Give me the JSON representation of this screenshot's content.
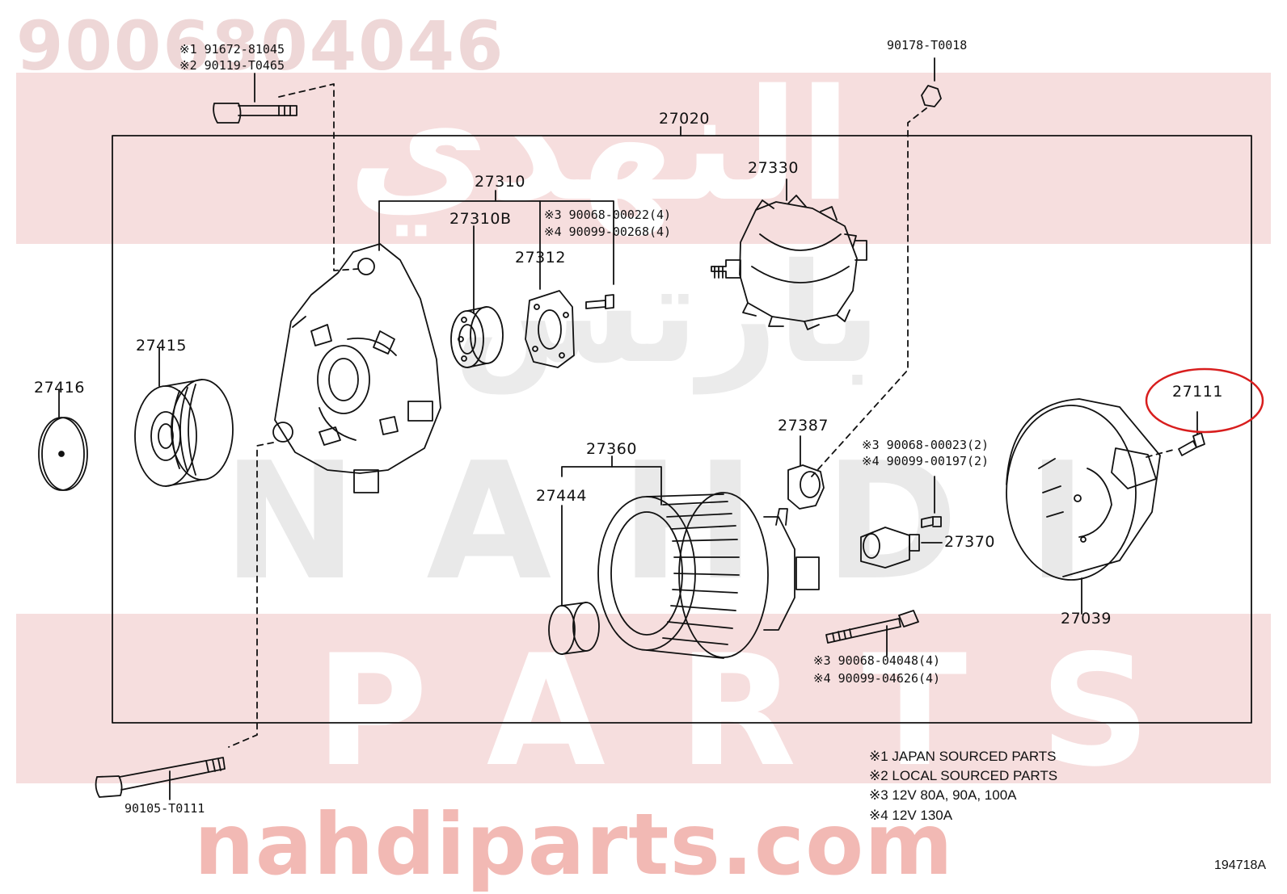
{
  "header": {
    "part_number": "9006804046"
  },
  "watermark": {
    "arabic_top": "النهدي",
    "arabic_mid": "بارتس",
    "brand_top": "NAHDI",
    "brand_bottom": "PARTS",
    "site": "nahdiparts.com"
  },
  "diagram": {
    "assembly_label": "27020",
    "part_labels": {
      "p27310": "27310",
      "p27310b": "27310B",
      "p27312": "27312",
      "p27330": "27330",
      "p27415": "27415",
      "p27416": "27416",
      "p27387": "27387",
      "p27360": "27360",
      "p27444": "27444",
      "p27370": "27370",
      "p27039": "27039",
      "p27111": "27111"
    },
    "bolt_labels": {
      "top_left_1": "※1 91672-81045",
      "top_left_2": "※2 90119-T0465",
      "top_nut": "90178-T0018",
      "bottom_left": "90105-T0111",
      "bearing_screw_1": "※3 90068-00022(4)",
      "bearing_screw_2": "※4 90099-00268(4)",
      "brush_screw_1": "※3 90068-00023(2)",
      "brush_screw_2": "※4 90099-00197(2)",
      "through_bolt_1": "※3 90068-04048(4)",
      "through_bolt_2": "※4 90099-04626(4)"
    },
    "notes": [
      "※1 JAPAN SOURCED PARTS",
      "※2 LOCAL SOURCED PARTS",
      "※3 12V 80A, 90A, 100A",
      "※4 12V 130A"
    ],
    "figure_code": "194718A",
    "highlight_color": "#d81e1e"
  }
}
